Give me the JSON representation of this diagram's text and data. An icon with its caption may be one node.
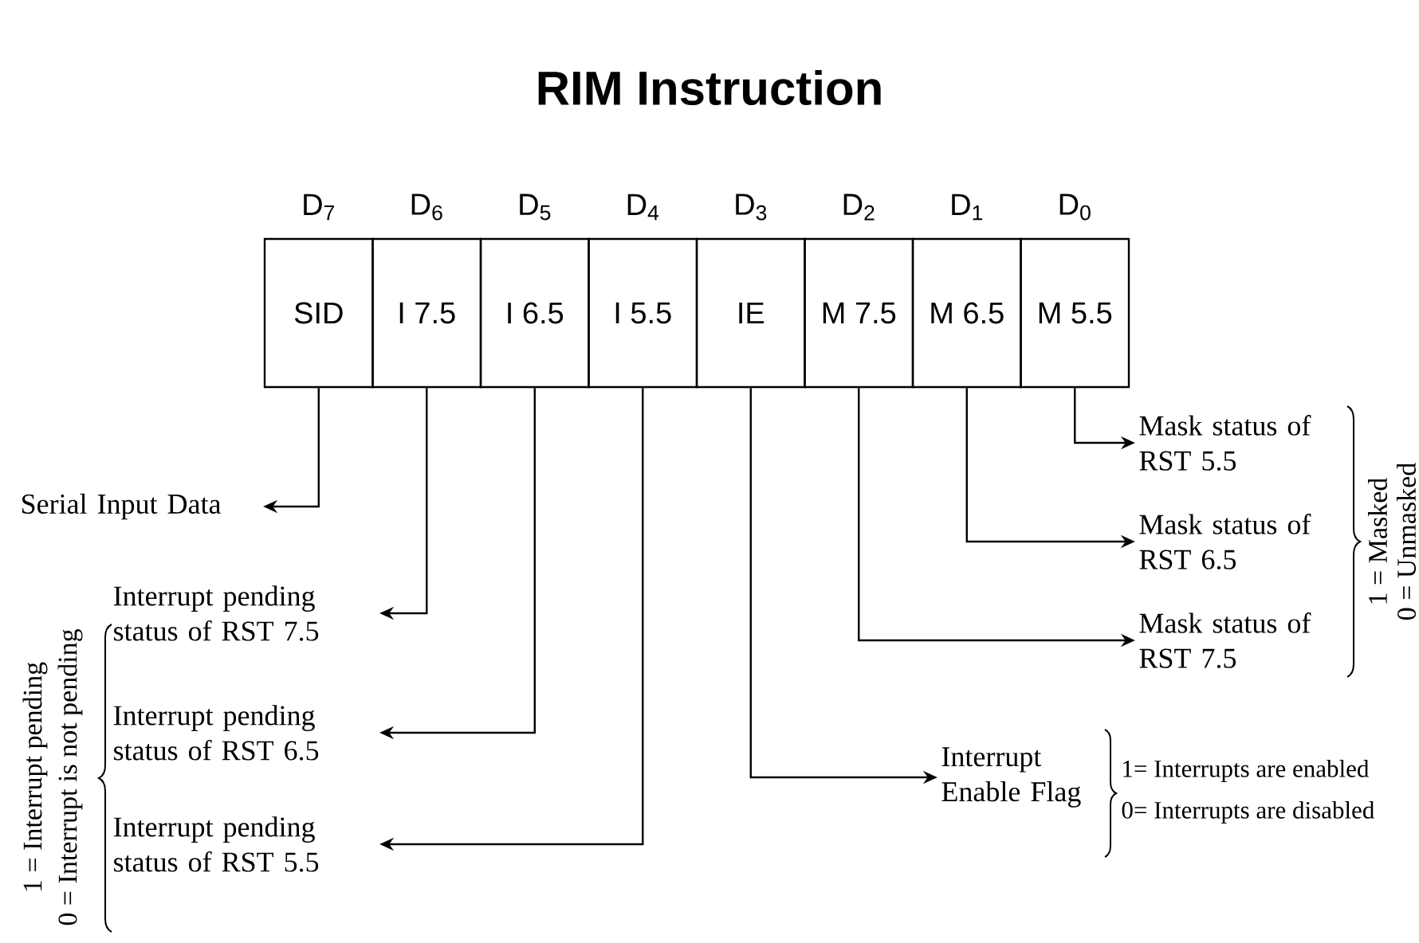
{
  "diagram": {
    "title": "RIM Instruction",
    "nodes": [
      {
        "text": [
          "SID"
        ],
        "beside": [
          "D$_{7}$"
        ]
      },
      {
        "text": [
          "I 7.5"
        ],
        "beside": [
          "D$_{6}$"
        ]
      },
      {
        "text": [
          "I 6.5"
        ],
        "beside": [
          "D$_{5}$"
        ]
      },
      {
        "text": [
          "I 5.5"
        ],
        "beside": [
          "D$_{4}$"
        ]
      },
      {
        "text": [
          "IE"
        ],
        "beside": [
          "D$_{3}$"
        ]
      },
      {
        "text": [
          "M 7.5"
        ],
        "beside": [
          "D$_{2}$"
        ]
      },
      {
        "text": [
          "M 6.5"
        ],
        "beside": [
          "D$_{1}$"
        ]
      },
      {
        "text": [
          "M 5.5"
        ],
        "beside": [
          "D$_{0}$"
        ]
      },
      {
        "text": [
          "Serial Input Data"
        ]
      },
      {
        "text": [
          "Interrupt pending status of RST 7.5"
        ]
      },
      {
        "text": [
          "Interrupt pending status of RST 6.5"
        ]
      },
      {
        "text": [
          "Interrupt pending status of RST 5.5"
        ]
      },
      {
        "text": [
          "Mask status of RST 5.5"
        ]
      },
      {
        "text": [
          "Mask status of RST 6.5"
        ]
      },
      {
        "text": [
          "Mask status of RST 7.5"
        ]
      },
      {
        "text": [
          "Interrupt Enable Flag"
        ]
      }
    ],
    "edges": [
      {
        "from": 0,
        "to": 8,
        "arrow": "to"
      },
      {
        "from": 1,
        "to": 9,
        "arrow": "to"
      },
      {
        "from": 2,
        "to": 10,
        "arrow": "to"
      },
      {
        "from": 3,
        "to": 11,
        "arrow": "to"
      },
      {
        "from": 4,
        "to": 15,
        "arrow": "to"
      },
      {
        "from": 5,
        "to": 14,
        "arrow": "to"
      },
      {
        "from": 6,
        "to": 13,
        "arrow": "to"
      },
      {
        "from": 7,
        "to": 12,
        "arrow": "to"
      }
    ],
    "labels": [
      "1 = Interrupt pending",
      "0 = Interrupt is not pending",
      "1 = Masked",
      "0 = Unmasked",
      "1= Interrupts are enabled",
      "0= Interrupts are disabled"
    ]
  }
}
